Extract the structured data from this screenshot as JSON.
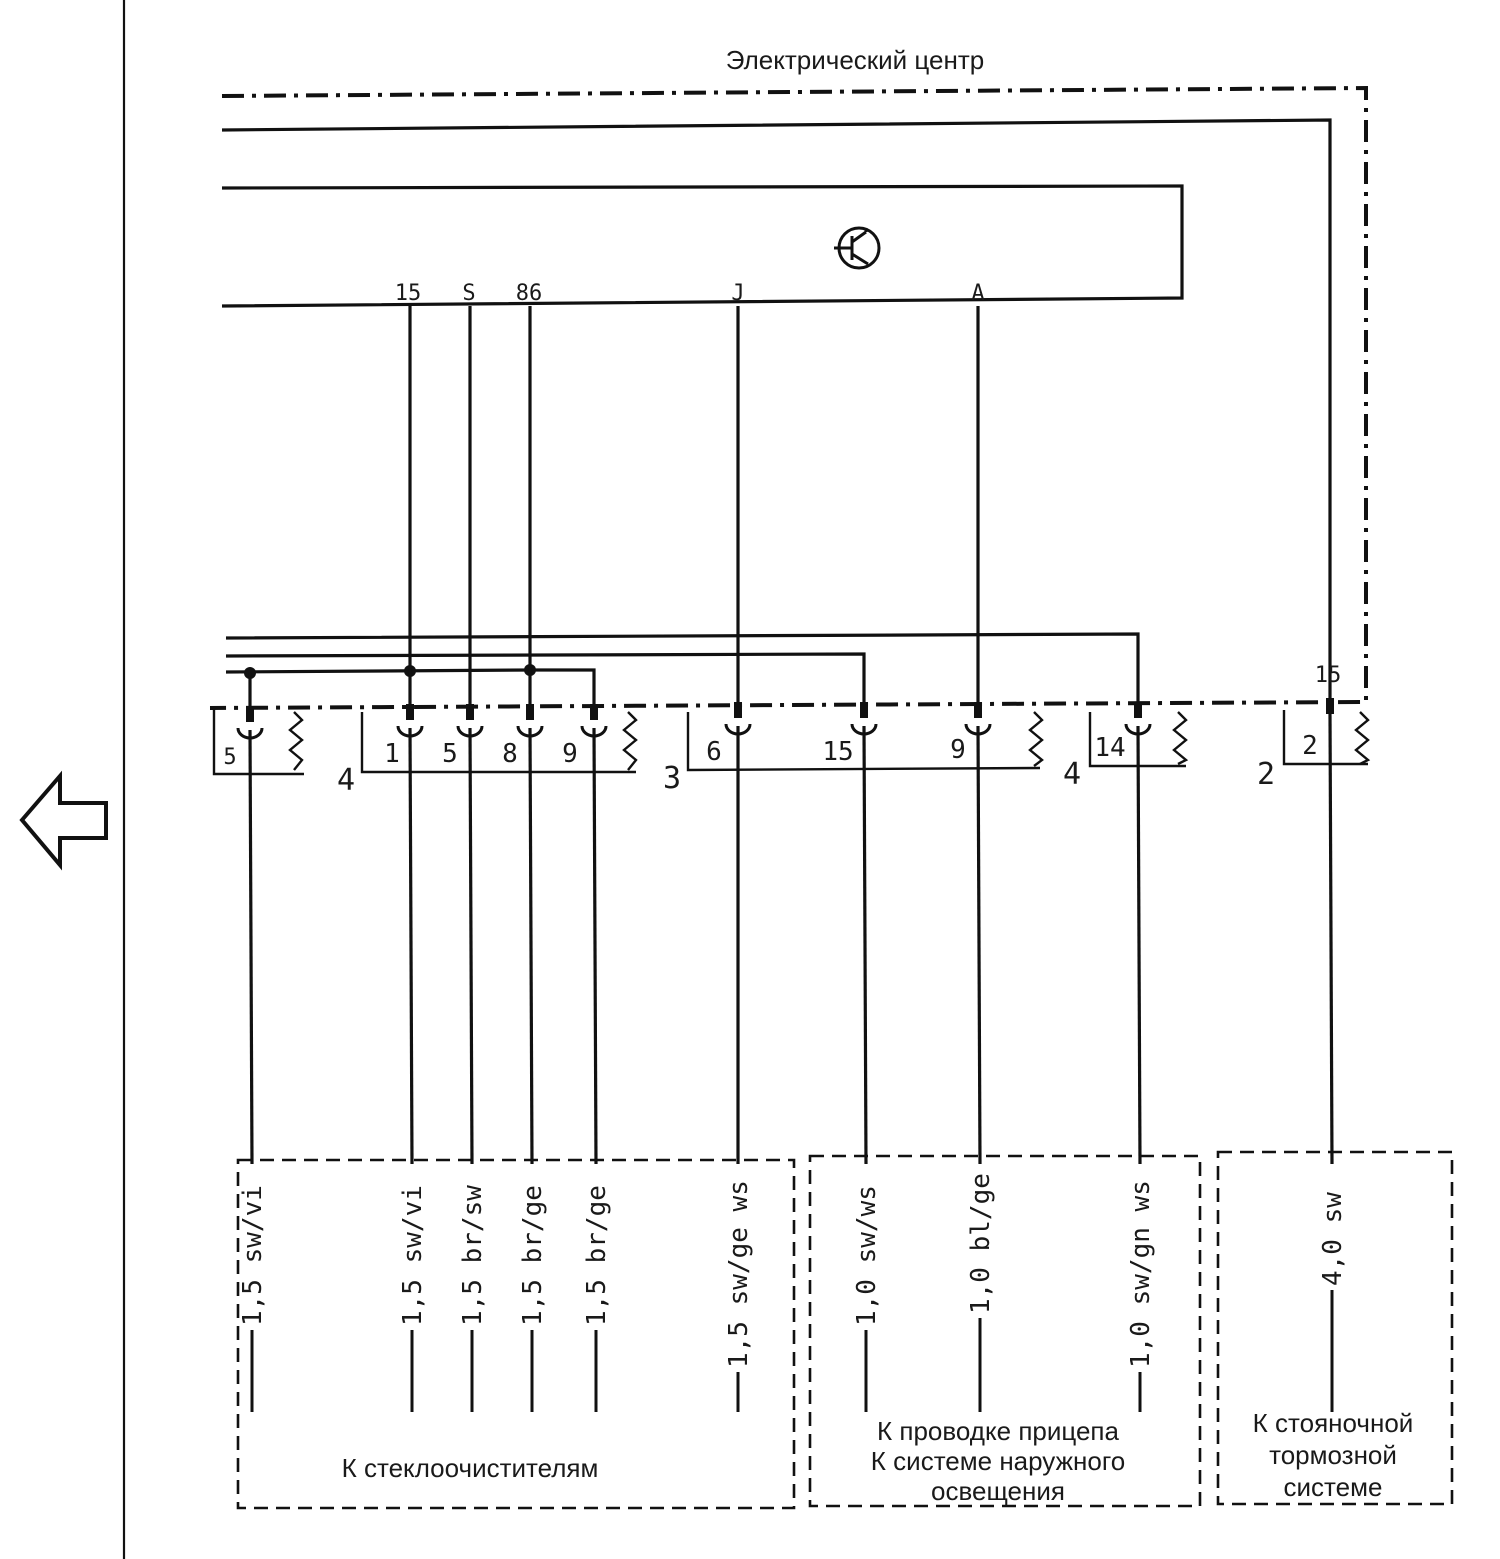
{
  "title": "Электрический центр",
  "module_pins": [
    "15",
    "S",
    "86",
    "J",
    "A"
  ],
  "roof_pin": "15",
  "connector_groups": [
    "4",
    "3",
    "4",
    "2"
  ],
  "connector_pins": [
    "5",
    "1",
    "5",
    "8",
    "9",
    "6",
    "15",
    "9",
    "14",
    "2"
  ],
  "wires": [
    {
      "size": "1,5",
      "color": "sw/vi"
    },
    {
      "size": "1,5",
      "color": "sw/vi"
    },
    {
      "size": "1,5",
      "color": "br/sw"
    },
    {
      "size": "1,5",
      "color": "br/ge"
    },
    {
      "size": "1,5",
      "color": "br/ge"
    },
    {
      "size": "1,5",
      "color": "sw/ge  ws"
    },
    {
      "size": "1,0",
      "color": "sw/ws"
    },
    {
      "size": "1,0",
      "color": "bl/ge"
    },
    {
      "size": "1,0",
      "color": "sw/gn  ws"
    },
    {
      "size": "4,0",
      "color": "sw"
    }
  ],
  "destinations": {
    "wipers": "К стеклоочистителям",
    "trailer_line1": "К проводке прицепа",
    "trailer_line2": "К системе наружного",
    "trailer_line3": "освещения",
    "parking_line1": "К стояночной",
    "parking_line2": "тормозной",
    "parking_line3": "системе"
  }
}
